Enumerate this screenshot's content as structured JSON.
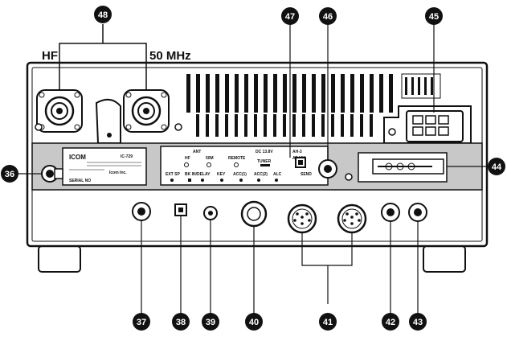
{
  "labels": {
    "hf": "HF",
    "mhz50": "50 MHz",
    "brand": "ICOM",
    "model": "IC-729",
    "maker": "Icom Inc.",
    "serial": "SERIAL NO"
  },
  "panel": {
    "ant": "ANT",
    "hf": "HF",
    "m50": "50M",
    "remote": "REMOTE",
    "dc": "DC 13.8V",
    "tuner": "TUNER",
    "ah3": "AH-3",
    "at160": "AT-160",
    "ext_sp": "EXT SP",
    "bk_in": "BK IN/DELAY",
    "key": "KEY",
    "acc1": "ACC(1)",
    "acc2": "ACC(2)",
    "alc": "ALC",
    "send": "SEND"
  },
  "callouts": {
    "c36": "36",
    "c37": "37",
    "c38": "38",
    "c39": "39",
    "c40": "40",
    "c41": "41",
    "c42": "42",
    "c43": "43",
    "c44": "44",
    "c45": "45",
    "c46": "46",
    "c47": "47",
    "c48": "48"
  }
}
